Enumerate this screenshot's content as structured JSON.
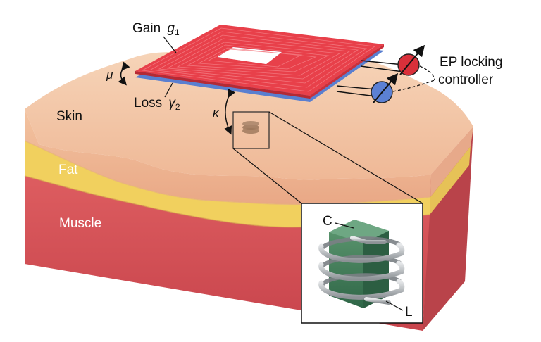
{
  "labels": {
    "gain": "Gain",
    "gain_symbol": "g",
    "gain_subscript": "1",
    "loss": "Loss",
    "loss_symbol": "γ",
    "loss_subscript": "2",
    "mu": "μ",
    "kappa": "κ",
    "controller_line1": "EP locking",
    "controller_line2": "controller",
    "skin": "Skin",
    "fat": "Fat",
    "muscle": "Muscle",
    "capacitor": "C",
    "inductor": "L"
  },
  "colors": {
    "gain_coil": "#e8404a",
    "loss_coil": "#5a7fd0",
    "skin": "#f2c4a2",
    "fat": "#f0cf5a",
    "muscle": "#d9555a",
    "capacitor": "#3d7a55",
    "coil_wire": "#b8bcc0"
  },
  "icons": {
    "gain_control": "red-circle-arrow-icon",
    "loss_control": "blue-circle-arrow-icon"
  }
}
